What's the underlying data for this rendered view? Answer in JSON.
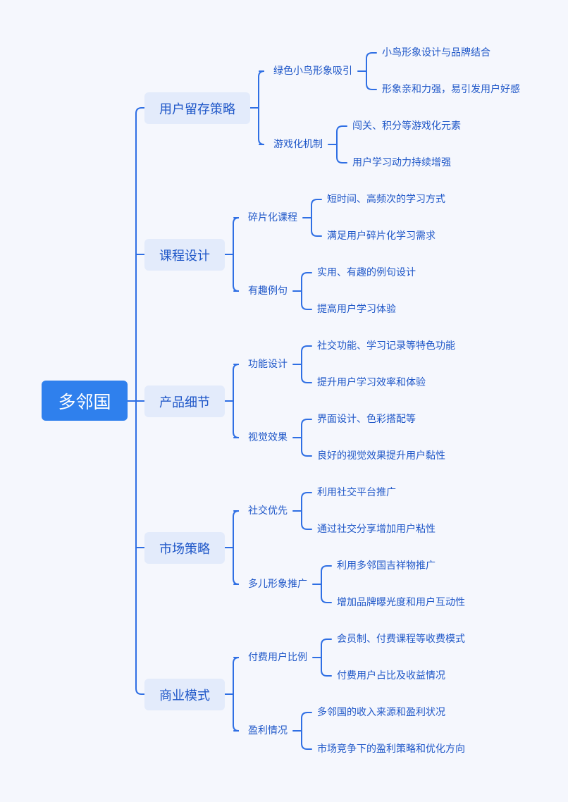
{
  "root": "多邻国",
  "branches": [
    {
      "label": "用户留存策略",
      "children": [
        {
          "label": "绿色小鸟形象吸引",
          "children": [
            "小鸟形象设计与品牌结合",
            "形象亲和力强，易引发用户好感"
          ]
        },
        {
          "label": "游戏化机制",
          "children": [
            "闯关、积分等游戏化元素",
            "用户学习动力持续增强"
          ]
        }
      ]
    },
    {
      "label": "课程设计",
      "children": [
        {
          "label": "碎片化课程",
          "children": [
            "短时间、高频次的学习方式",
            "满足用户碎片化学习需求"
          ]
        },
        {
          "label": "有趣例句",
          "children": [
            "实用、有趣的例句设计",
            "提高用户学习体验"
          ]
        }
      ]
    },
    {
      "label": "产品细节",
      "children": [
        {
          "label": "功能设计",
          "children": [
            "社交功能、学习记录等特色功能",
            "提升用户学习效率和体验"
          ]
        },
        {
          "label": "视觉效果",
          "children": [
            "界面设计、色彩搭配等",
            "良好的视觉效果提升用户黏性"
          ]
        }
      ]
    },
    {
      "label": "市场策略",
      "children": [
        {
          "label": "社交优先",
          "children": [
            "利用社交平台推广",
            "通过社交分享增加用户粘性"
          ]
        },
        {
          "label": "多儿形象推广",
          "children": [
            "利用多邻国吉祥物推广",
            "增加品牌曝光度和用户互动性"
          ]
        }
      ]
    },
    {
      "label": "商业模式",
      "children": [
        {
          "label": "付费用户比例",
          "children": [
            "会员制、付费课程等收费模式",
            "付费用户占比及收益情况"
          ]
        },
        {
          "label": "盈利情况",
          "children": [
            "多邻国的收入来源和盈利状况",
            "市场竞争下的盈利策略和优化方向"
          ]
        }
      ]
    }
  ]
}
